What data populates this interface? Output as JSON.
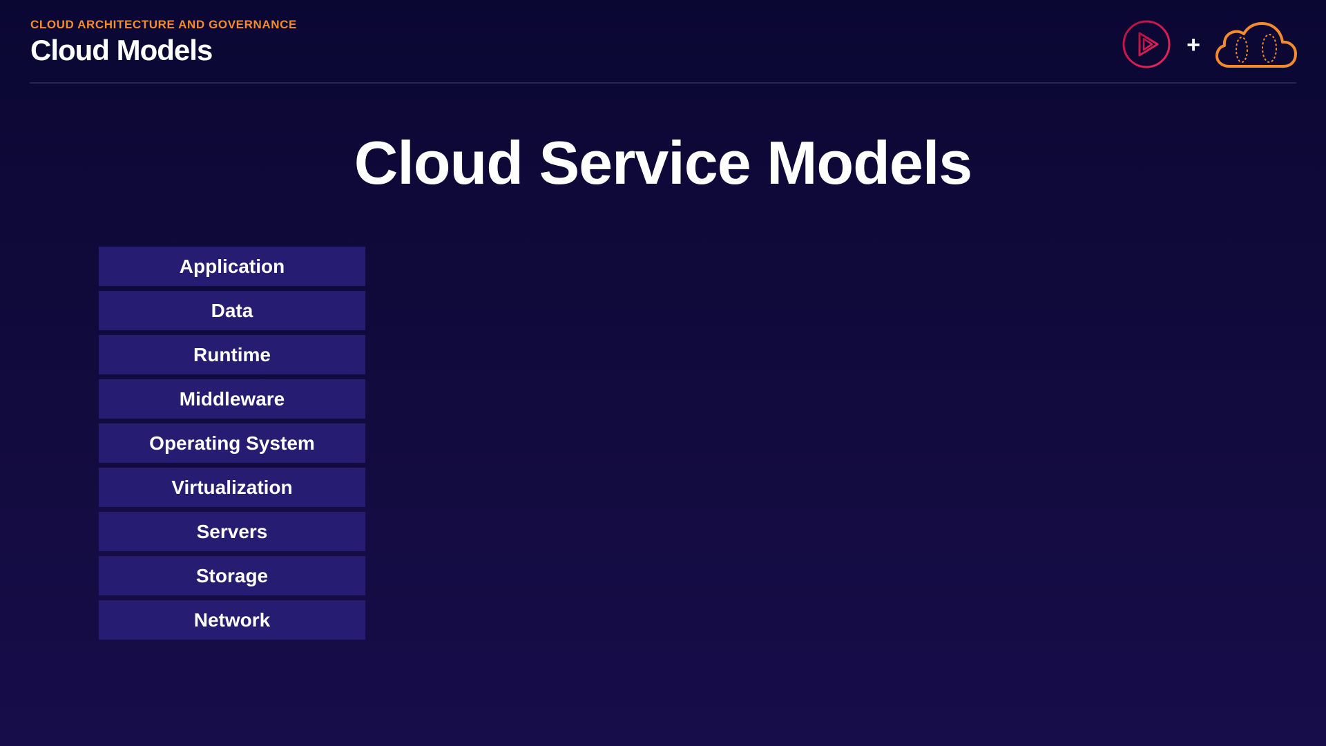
{
  "header": {
    "course_title": "CLOUD ARCHITECTURE AND GOVERNANCE",
    "module_title": "Cloud Models"
  },
  "logos": {
    "left_icon": "play-circle-icon",
    "plus": "+",
    "right_icon": "cloud-icon",
    "accent_colors": {
      "play": "#e0195a",
      "cloud": "#f58b2c"
    }
  },
  "slide": {
    "title": "Cloud Service Models"
  },
  "stack": {
    "layers": [
      "Application",
      "Data",
      "Runtime",
      "Middleware",
      "Operating System",
      "Virtualization",
      "Servers",
      "Storage",
      "Network"
    ],
    "color": "#261c72"
  }
}
